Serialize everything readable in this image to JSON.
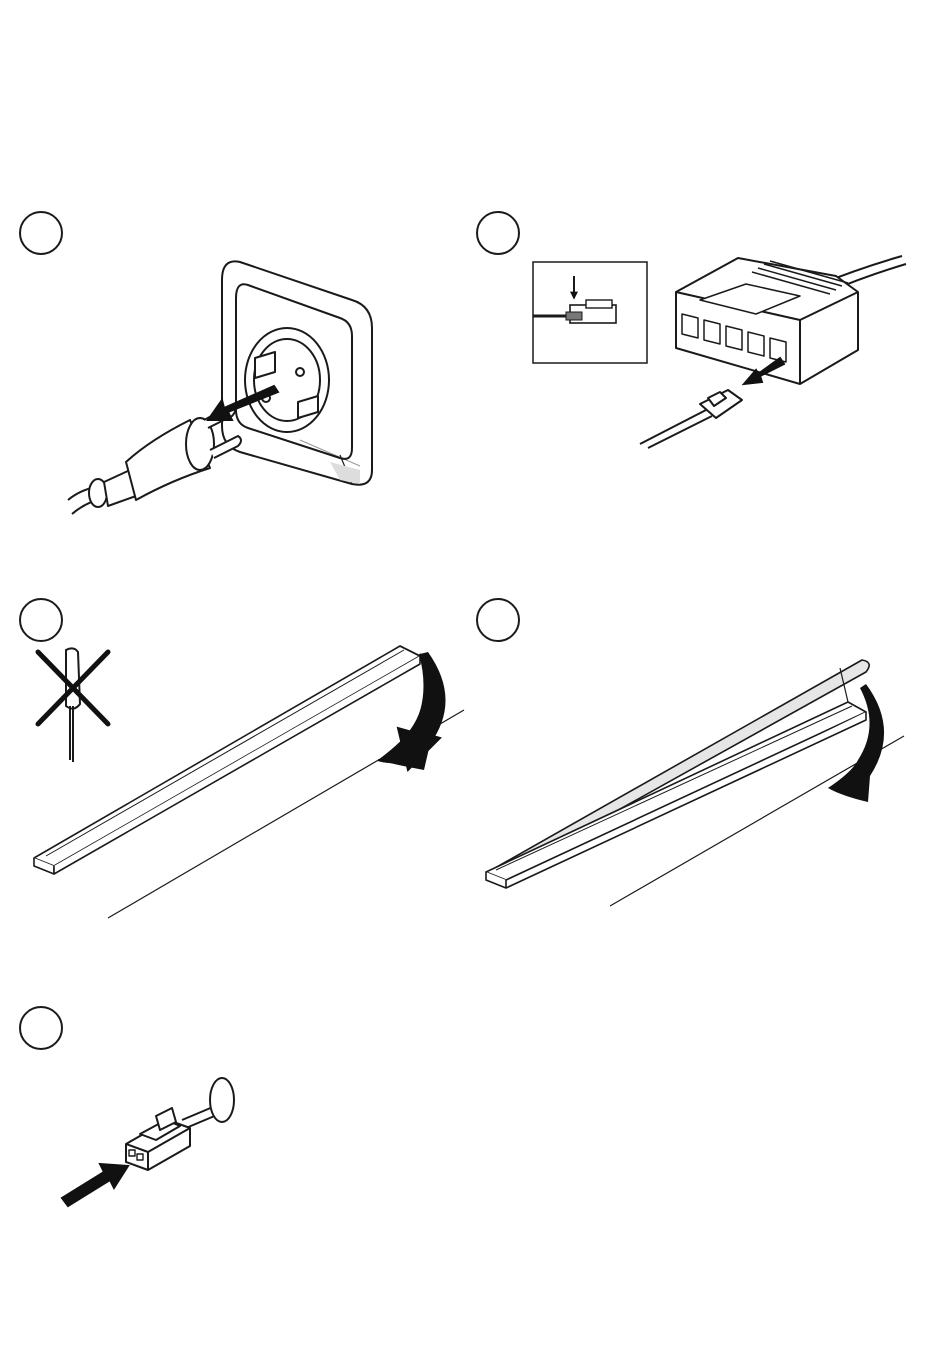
{
  "colors": {
    "line": "#1a1a1a",
    "fill_dark": "#111111",
    "fill_light": "#e6e6e6",
    "background": "#ffffff"
  },
  "steps": [
    {
      "id": "step-1",
      "icon": "unplug-power-plug-icon"
    },
    {
      "id": "step-2",
      "icon": "disconnect-connector-from-distributor-icon"
    },
    {
      "id": "step-3",
      "icon": "remove-cover-no-screwdriver-icon"
    },
    {
      "id": "step-4",
      "icon": "rotate-diffuser-open-icon"
    },
    {
      "id": "step-5",
      "icon": "insert-connector-icon"
    }
  ]
}
